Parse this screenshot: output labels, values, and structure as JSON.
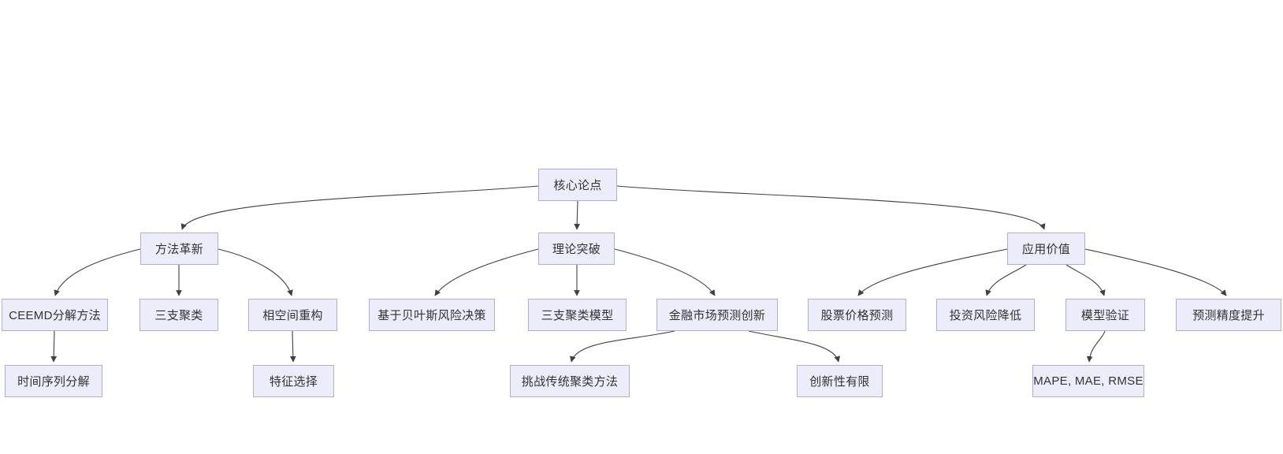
{
  "diagram": {
    "type": "flowchart-mindmap",
    "direction": "top-down",
    "background_color": "#ffffff",
    "node_fill_color": "#ececfb",
    "node_border_color": "#aeaed6",
    "edge_color": "#404040",
    "text_color": "#333333",
    "nodes": [
      {
        "id": "core-thesis",
        "label": "核心论点",
        "level": 0
      },
      {
        "id": "method-innovation",
        "label": "方法革新",
        "level": 1
      },
      {
        "id": "theoretical-breakthrough",
        "label": "理论突破",
        "level": 1
      },
      {
        "id": "application-value",
        "label": "应用价值",
        "level": 1
      },
      {
        "id": "ceemd-decomposition",
        "label": "CEEMD分解方法",
        "level": 2
      },
      {
        "id": "three-way-clustering",
        "label": "三支聚类",
        "level": 2
      },
      {
        "id": "phase-space-reconstruction",
        "label": "相空间重构",
        "level": 2
      },
      {
        "id": "bayesian-risk-decision",
        "label": "基于贝叶斯风险决策",
        "level": 2
      },
      {
        "id": "three-way-clustering-model",
        "label": "三支聚类模型",
        "level": 2
      },
      {
        "id": "financial-market-forecast-innovation",
        "label": "金融市场预测创新",
        "level": 2
      },
      {
        "id": "stock-price-prediction",
        "label": "股票价格预测",
        "level": 2
      },
      {
        "id": "investment-risk-reduction",
        "label": "投资风险降低",
        "level": 2
      },
      {
        "id": "model-validation",
        "label": "模型验证",
        "level": 2
      },
      {
        "id": "prediction-accuracy-improvement",
        "label": "预测精度提升",
        "level": 2
      },
      {
        "id": "time-series-decomposition",
        "label": "时间序列分解",
        "level": 3
      },
      {
        "id": "feature-selection",
        "label": "特征选择",
        "level": 3
      },
      {
        "id": "challenge-traditional-clustering",
        "label": "挑战传统聚类方法",
        "level": 3
      },
      {
        "id": "limited-novelty",
        "label": "创新性有限",
        "level": 3
      },
      {
        "id": "evaluation-metrics",
        "label": "MAPE, MAE, RMSE",
        "level": 3
      }
    ],
    "edges": [
      {
        "from": "core-thesis",
        "to": "method-innovation"
      },
      {
        "from": "core-thesis",
        "to": "theoretical-breakthrough"
      },
      {
        "from": "core-thesis",
        "to": "application-value"
      },
      {
        "from": "method-innovation",
        "to": "ceemd-decomposition"
      },
      {
        "from": "method-innovation",
        "to": "three-way-clustering"
      },
      {
        "from": "method-innovation",
        "to": "phase-space-reconstruction"
      },
      {
        "from": "theoretical-breakthrough",
        "to": "bayesian-risk-decision"
      },
      {
        "from": "theoretical-breakthrough",
        "to": "three-way-clustering-model"
      },
      {
        "from": "theoretical-breakthrough",
        "to": "financial-market-forecast-innovation"
      },
      {
        "from": "application-value",
        "to": "stock-price-prediction"
      },
      {
        "from": "application-value",
        "to": "investment-risk-reduction"
      },
      {
        "from": "application-value",
        "to": "model-validation"
      },
      {
        "from": "application-value",
        "to": "prediction-accuracy-improvement"
      },
      {
        "from": "ceemd-decomposition",
        "to": "time-series-decomposition"
      },
      {
        "from": "phase-space-reconstruction",
        "to": "feature-selection"
      },
      {
        "from": "financial-market-forecast-innovation",
        "to": "challenge-traditional-clustering"
      },
      {
        "from": "financial-market-forecast-innovation",
        "to": "limited-novelty"
      },
      {
        "from": "model-validation",
        "to": "evaluation-metrics"
      }
    ]
  }
}
